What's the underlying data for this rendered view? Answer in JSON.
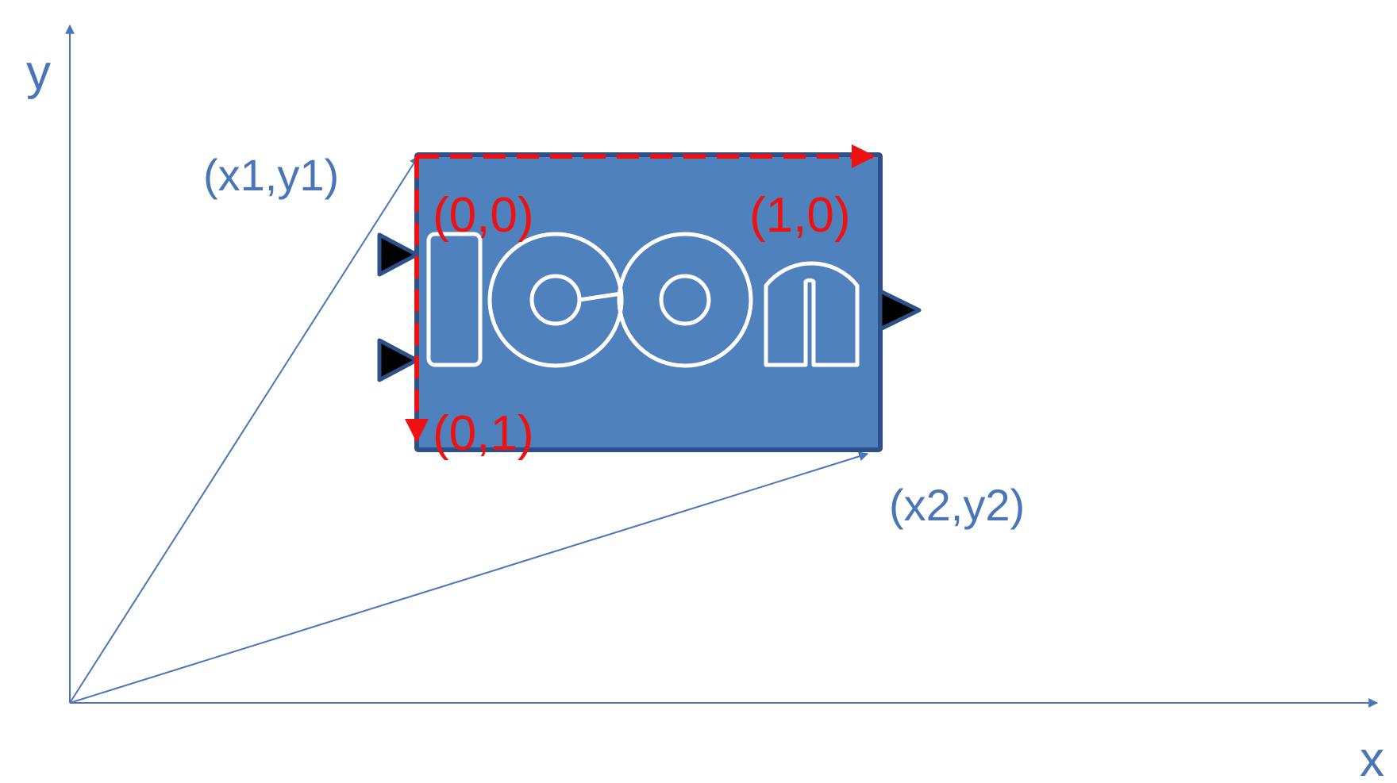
{
  "axes": {
    "x_label": "x",
    "y_label": "y"
  },
  "global_points": {
    "top_left": "(x1,y1)",
    "bottom_right": "(x2,y2)"
  },
  "local_points": {
    "origin": "(0,0)",
    "x_unit": "(1,0)",
    "y_unit": "(0,1)"
  },
  "block": {
    "logo_text": "ICON",
    "input_port_count": 2,
    "output_port_count": 1
  },
  "colors": {
    "axis": "#4a76b8",
    "block_fill": "#4f81bd",
    "block_border": "#2e5088",
    "local_frame": "#ee1111",
    "port": "#000000"
  }
}
